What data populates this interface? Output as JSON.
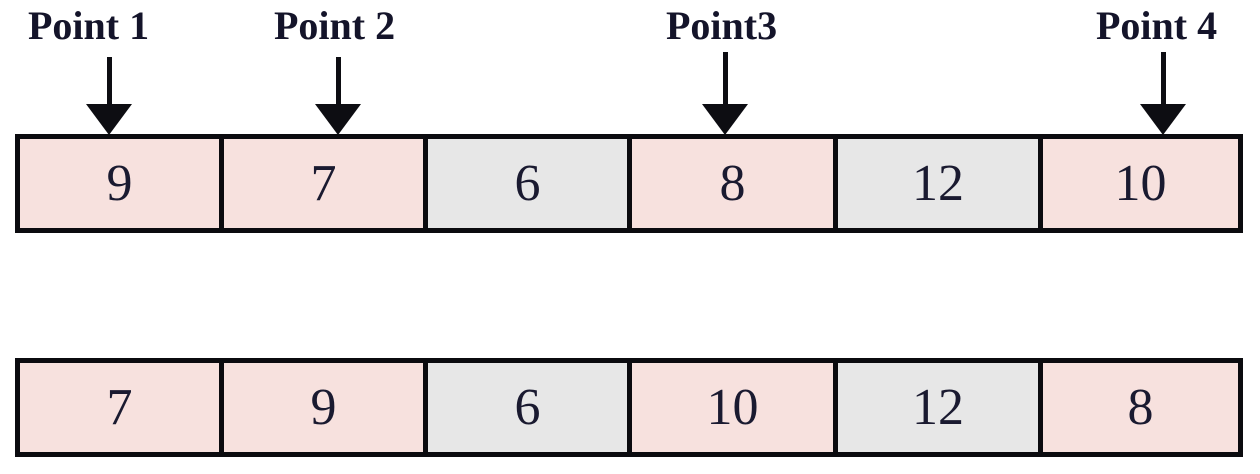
{
  "figure": {
    "type": "array-diagram",
    "description": "Two rows of six array cells with four labelled pointer arrows above the first row",
    "colors": {
      "highlight_fill": "#f7e1de",
      "neutral_fill": "#e7e7e7",
      "border": "#0b0b0f",
      "text": "#1a1a30",
      "background": "#ffffff"
    }
  },
  "annotations": [
    {
      "label": "Point 1",
      "target_index": 0
    },
    {
      "label": "Point 2",
      "target_index": 1
    },
    {
      "label": "Point3",
      "target_index": 3
    },
    {
      "label": "Point 4",
      "target_index": 5
    }
  ],
  "rows": [
    {
      "name": "top-array",
      "cells": [
        {
          "value": "9",
          "fill": "pink"
        },
        {
          "value": "7",
          "fill": "pink"
        },
        {
          "value": "6",
          "fill": "gray"
        },
        {
          "value": "8",
          "fill": "pink"
        },
        {
          "value": "12",
          "fill": "gray"
        },
        {
          "value": "10",
          "fill": "pink"
        }
      ]
    },
    {
      "name": "bottom-array",
      "cells": [
        {
          "value": "7",
          "fill": "pink"
        },
        {
          "value": "9",
          "fill": "pink"
        },
        {
          "value": "6",
          "fill": "gray"
        },
        {
          "value": "10",
          "fill": "pink"
        },
        {
          "value": "12",
          "fill": "gray"
        },
        {
          "value": "8",
          "fill": "pink"
        }
      ]
    }
  ]
}
